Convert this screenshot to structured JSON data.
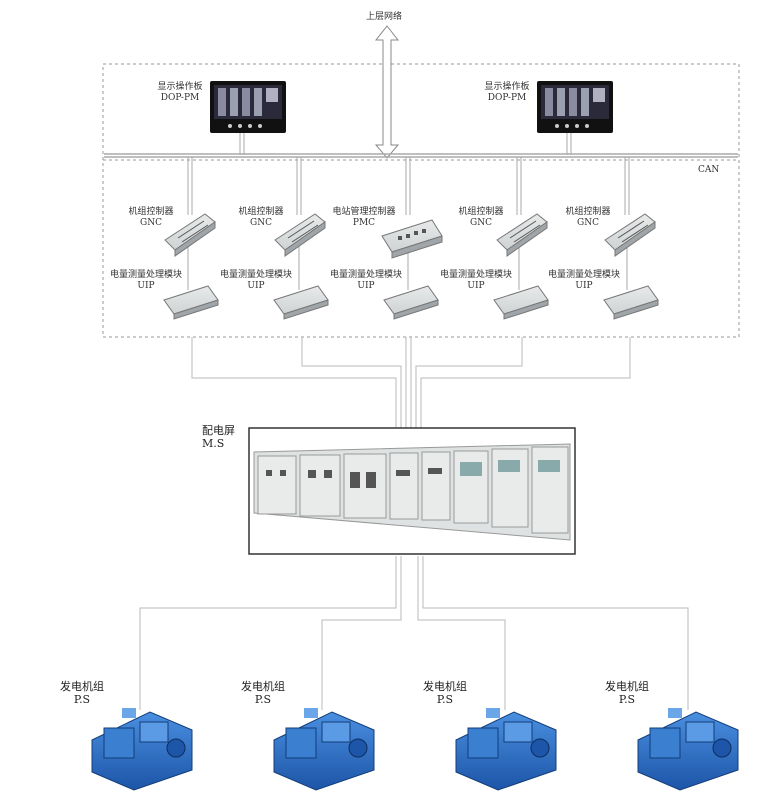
{
  "upper_network": "上层网络",
  "bus_label": "CAN",
  "displays": [
    {
      "name": "显示操作板",
      "code": "DOP-PM"
    },
    {
      "name": "显示操作板",
      "code": "DOP-PM"
    }
  ],
  "controllers": [
    {
      "name": "机组控制器",
      "code": "GNC"
    },
    {
      "name": "机组控制器",
      "code": "GNC"
    },
    {
      "name": "电站管理控制器",
      "code": "PMC"
    },
    {
      "name": "机组控制器",
      "code": "GNC"
    },
    {
      "name": "机组控制器",
      "code": "GNC"
    }
  ],
  "io_modules": [
    {
      "name": "电量测量处理模块",
      "code": "UIP"
    },
    {
      "name": "电量测量处理模块",
      "code": "UIP"
    },
    {
      "name": "电量测量处理模块",
      "code": "UIP"
    },
    {
      "name": "电量测量处理模块",
      "code": "UIP"
    },
    {
      "name": "电量测量处理模块",
      "code": "UIP"
    }
  ],
  "switchboard": {
    "name": "配电屏",
    "code": "M.S"
  },
  "generators": [
    {
      "name": "发电机组",
      "code": "P.S"
    },
    {
      "name": "发电机组",
      "code": "P.S"
    },
    {
      "name": "发电机组",
      "code": "P.S"
    },
    {
      "name": "发电机组",
      "code": "P.S"
    }
  ],
  "colors": {
    "wire": "#b8b8b8",
    "border": "#999999",
    "generator": "#2a6fc4",
    "screen": "#111111"
  }
}
